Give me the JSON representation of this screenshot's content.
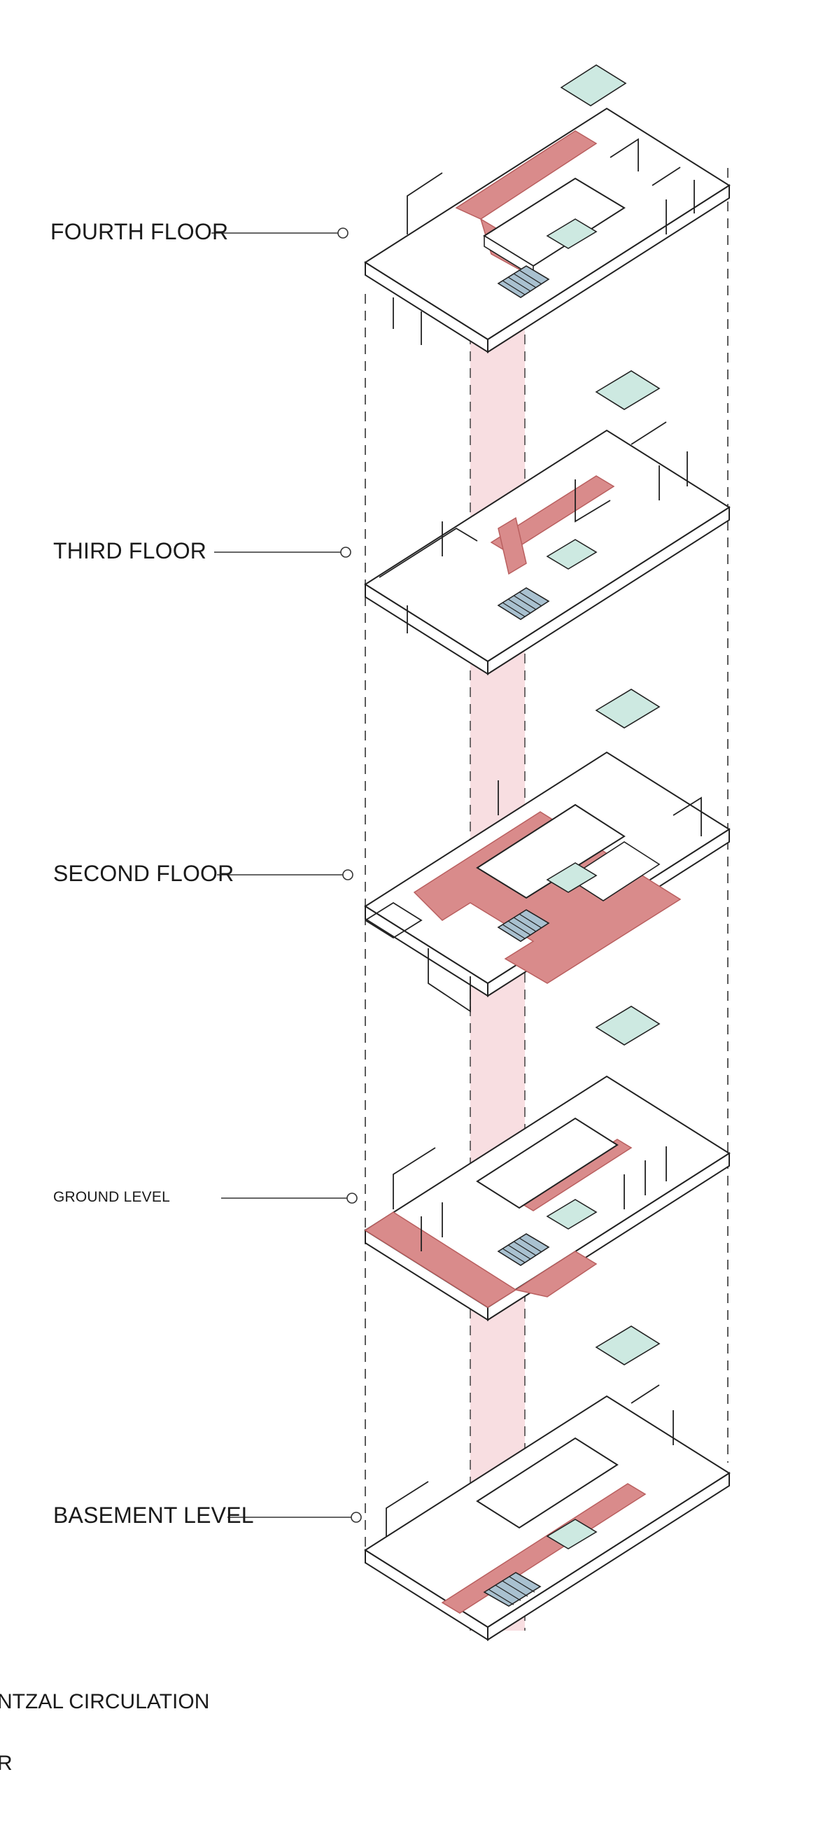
{
  "colors": {
    "circulation_fill": "#d98b8b",
    "circulation_stroke": "#b95f5f",
    "vertical_shaft": "#f2c2c8",
    "service_core": "#cde9e1",
    "stair_fill": "#a9c1d0",
    "line": "#222222",
    "background": "#ffffff"
  },
  "levels": [
    {
      "id": "fourth",
      "label": "FOURTH FLOOR"
    },
    {
      "id": "third",
      "label": "THIRD FLOOR"
    },
    {
      "id": "second",
      "label": "SECOND FLOOR"
    },
    {
      "id": "ground",
      "label": "GROUND LEVEL"
    },
    {
      "id": "basement",
      "label": "BASEMENT LEVEL"
    }
  ],
  "legend": [
    {
      "text": "NTZAL CIRCULATION"
    },
    {
      "text": "R"
    }
  ],
  "icons": {
    "leader_end": "circle-marker-icon",
    "stair": "stair-icon"
  }
}
